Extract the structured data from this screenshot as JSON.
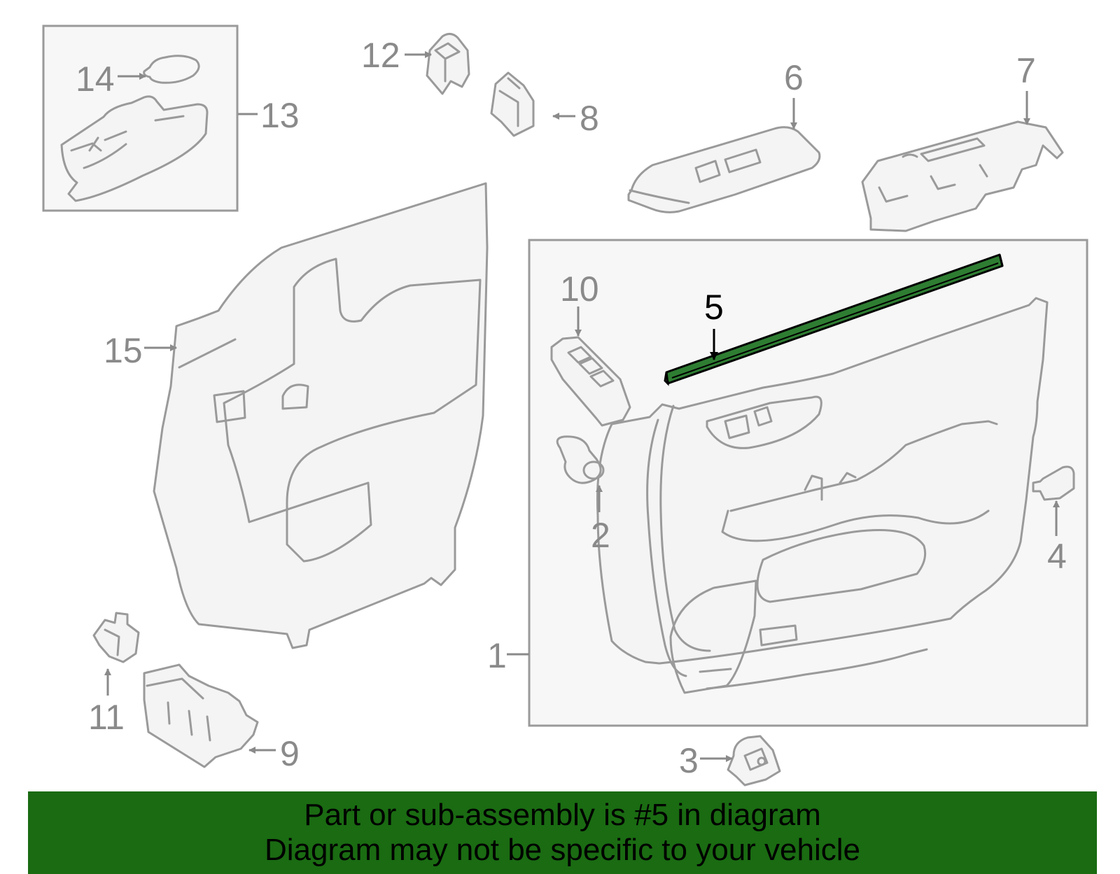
{
  "callouts": {
    "c1": "1",
    "c2": "2",
    "c3": "3",
    "c4": "4",
    "c5": "5",
    "c6": "6",
    "c7": "7",
    "c8": "8",
    "c9": "9",
    "c10": "10",
    "c11": "11",
    "c12": "12",
    "c13": "13",
    "c14": "14",
    "c15": "15"
  },
  "highlighted_part": "5",
  "colors": {
    "highlight": "#2e7d32",
    "banner": "#1a6b12",
    "line": "#8a8a8a"
  },
  "banner": {
    "line1": "Part or sub-assembly is #5 in diagram",
    "line2": "Diagram may not be specific to your vehicle"
  }
}
